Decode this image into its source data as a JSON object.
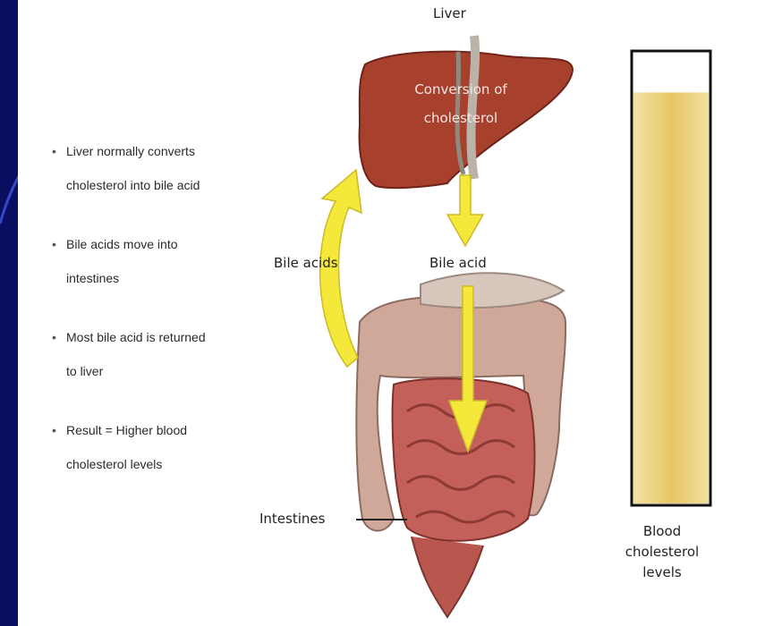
{
  "bullets": [
    {
      "line1": "Liver normally converts",
      "line2": "cholesterol into bile acid"
    },
    {
      "line1": "Bile acids move into",
      "line2": "intestines"
    },
    {
      "line1": "Most bile acid is returned",
      "line2": "to liver"
    },
    {
      "line1": "Result = Higher blood",
      "line2": "cholesterol levels"
    }
  ],
  "diagram": {
    "liver_label": "Liver",
    "liver_inner": {
      "line1": "Conversion of",
      "line2": "cholesterol"
    },
    "bile_acids_label": "Bile acids",
    "bile_acid_label": "Bile acid",
    "intestines_label": "Intestines",
    "tube_caption": {
      "line1": "Blood",
      "line2": "cholesterol",
      "line3": "levels"
    },
    "tube_fill_fraction": 0.91
  },
  "colors": {
    "slide_background": "#0b0d5e",
    "liver": "#a8402e",
    "arrow": "#f4e83a",
    "intestine": "#c4605a",
    "colon": "#cfa89a",
    "tube_fill": "#e7c766"
  }
}
